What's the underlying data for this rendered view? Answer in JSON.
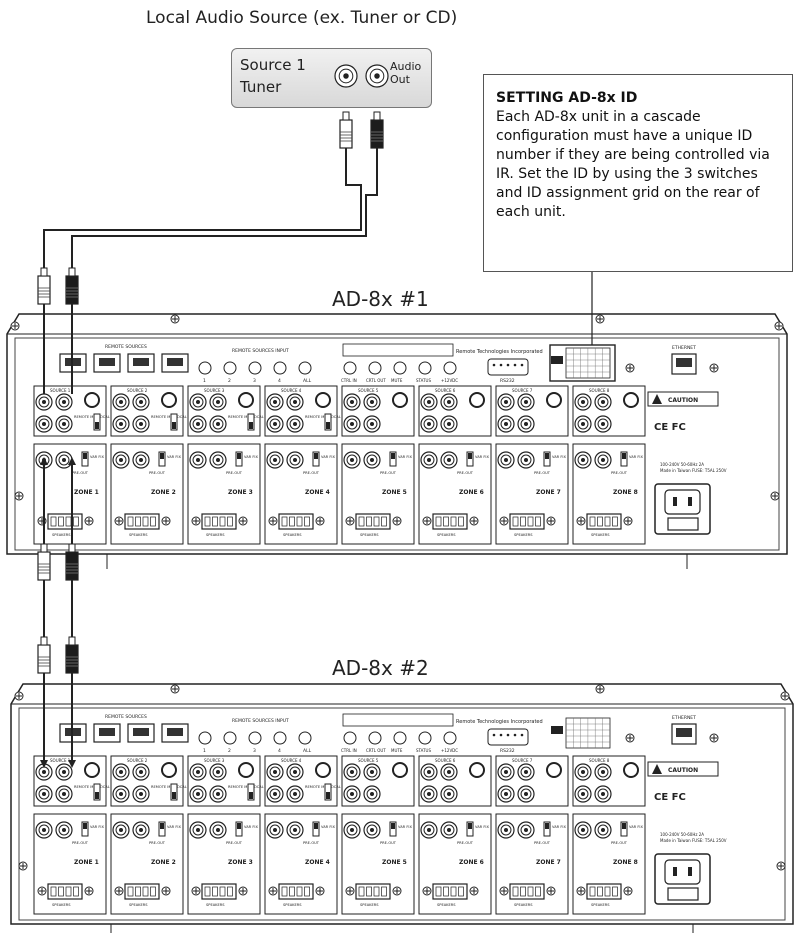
{
  "header": {
    "title": "Local Audio Source (ex. Tuner or CD)"
  },
  "source": {
    "line1": "Source 1",
    "line2": "Tuner",
    "out_label": "Audio Out"
  },
  "callout": {
    "heading": "SETTING AD-8x ID",
    "body": "Each AD-8x unit in a cascade configuration must have a unique ID number if they are being controlled via IR. Set the ID by using the 3 switches and ID assignment grid on the rear of each unit."
  },
  "units": [
    {
      "label": "AD-8x #1"
    },
    {
      "label": "AD-8x #2"
    }
  ],
  "panel": {
    "remote_sources": "REMOTE SOURCES",
    "remote_sources_input": "REMOTE SOURCES INPUT",
    "input_labels": [
      "1",
      "2",
      "3",
      "4",
      "ALL"
    ],
    "control_labels": [
      "CTRL IN",
      "CRTL OUT",
      "MUTE",
      "STATUS",
      "+12VDC"
    ],
    "brand": "Remote Technologies Incorporated",
    "rs232": "RS232",
    "ethernet": "ETHERNET",
    "caution": "CAUTION",
    "marks": "CE FC",
    "power_spec": "100-240V 50-60Hz 2A Made in Taiwan FUSE: T5AL 250V",
    "zones": [
      "ZONE 1",
      "ZONE 2",
      "ZONE 3",
      "ZONE 4",
      "ZONE 5",
      "ZONE 6",
      "ZONE 7",
      "ZONE 8"
    ],
    "sources": [
      "SOURCE 1",
      "SOURCE 2",
      "SOURCE 3",
      "SOURCE 4",
      "SOURCE 5",
      "SOURCE 6",
      "SOURCE 7",
      "SOURCE 8"
    ],
    "speakers": "SPEAKERS",
    "pre_out": "PRE-OUT",
    "var_fix": "VAR FIX",
    "remote_mix_local": "REMOTE MIX LOCAL"
  }
}
